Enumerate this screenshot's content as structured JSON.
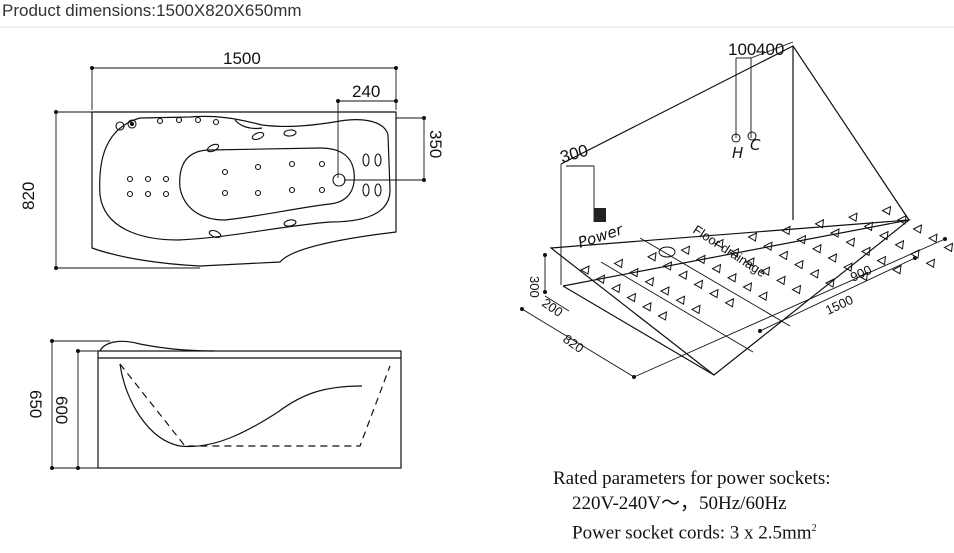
{
  "title": {
    "prefix": "Product dimensions:",
    "value": "1500X820X650mm"
  },
  "top_view": {
    "length": "1500",
    "width": "820",
    "jet_offset": "240",
    "jet_height": "350"
  },
  "side_view": {
    "outer_height": "650",
    "inner_height": "600"
  },
  "iso_view": {
    "dim_100": "100",
    "dim_400": "400",
    "dim_300_wall": "300",
    "dim_300_floor": "300",
    "dim_200": "200",
    "dim_820": "820",
    "dim_900": "900",
    "dim_1500": "1500",
    "label_h": "H",
    "label_c": "C",
    "power_label": "Power",
    "drain_label": "Floor drainage"
  },
  "rated": {
    "heading": "Rated parameters for power sockets:",
    "voltage": "220V-240V～，50Hz/60Hz",
    "cords": "Power socket cords: 3 x 2.5mm",
    "cords_sup": "2"
  }
}
